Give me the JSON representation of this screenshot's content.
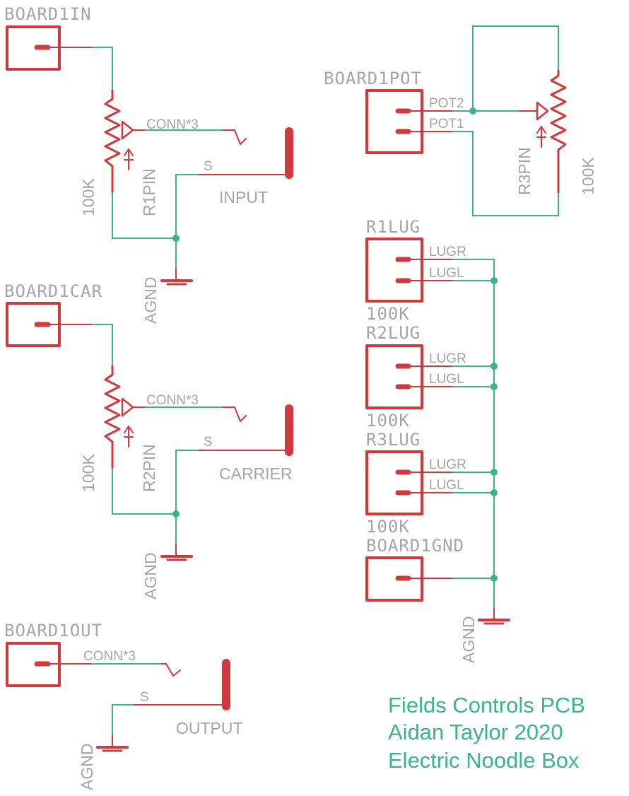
{
  "colors": {
    "symbol": "#d0393e",
    "net": "#3cb48a",
    "label": "#a5a5a5",
    "title": "#3cb48a"
  },
  "parts": {
    "board1in": "BOARD1IN",
    "board1car": "BOARD1CAR",
    "board1out": "BOARD1OUT",
    "board1pot": "BOARD1POT",
    "board1gnd": "BOARD1GND",
    "r1pin": "R1PIN",
    "r2pin": "R2PIN",
    "r3pin": "R3PIN",
    "r1lug": "R1LUG",
    "r2lug": "R2LUG",
    "r3lug": "R3LUG",
    "input_jack": "INPUT",
    "carrier_jack": "CARRIER",
    "output_jack": "OUTPUT"
  },
  "values": {
    "r1pin": "100K",
    "r2pin": "100K",
    "r3pin": "100K",
    "r1lug": "100K",
    "r2lug": "100K",
    "r3lug": "100K"
  },
  "pins": {
    "conn3": "CONN*3",
    "sleeve": "S",
    "pot1": "POT1",
    "pot2": "POT2",
    "lugr": "LUGR",
    "lugl": "LUGL"
  },
  "ground": "AGND",
  "title_block": {
    "line1": "Fields Controls PCB",
    "line2": "Aidan Taylor 2020",
    "line3": "Electric Noodle Box"
  }
}
